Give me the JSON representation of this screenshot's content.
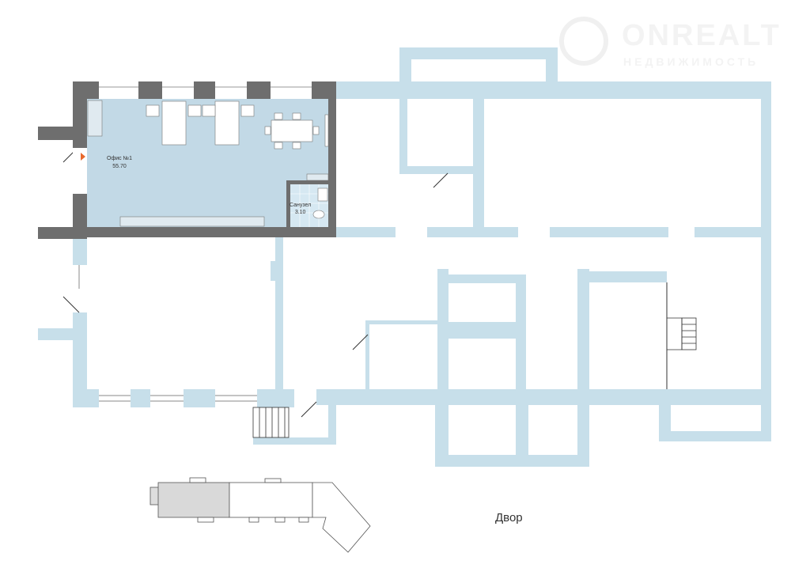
{
  "logo": {
    "brand": "ONREALT",
    "tagline": "НЕДВИЖИМОСТЬ"
  },
  "rooms": [
    {
      "name": "Офис №1",
      "area": "55.70"
    },
    {
      "name": "Санузел",
      "area": "3.10"
    }
  ],
  "yard_label": "Двор",
  "colors": {
    "wall": "#c7dfea",
    "office_floor": "#c2d9e6",
    "office_wall": "#6e6e6e",
    "marker": "#e8692c"
  }
}
